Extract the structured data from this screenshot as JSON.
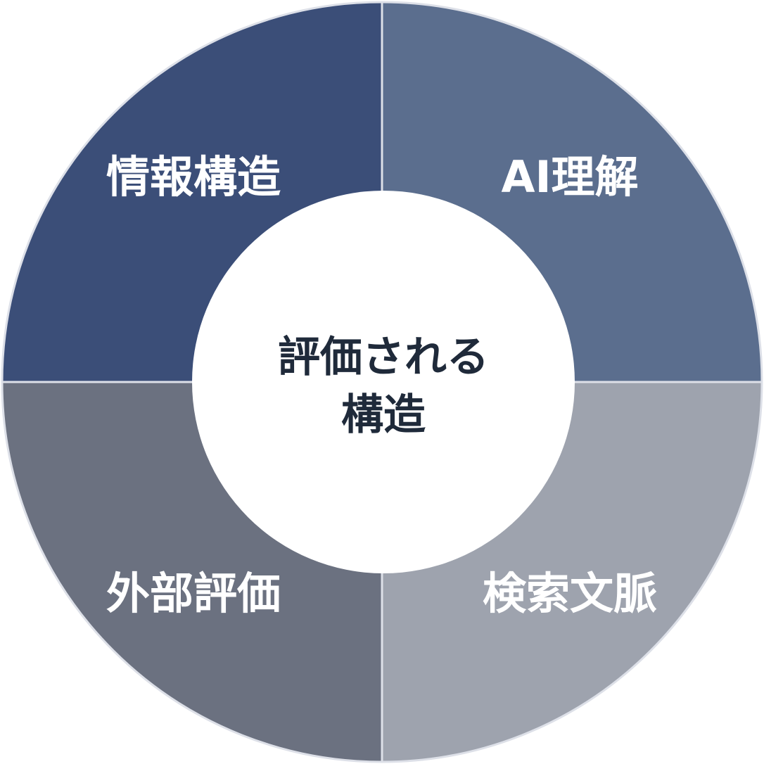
{
  "center": {
    "line1": "評価される",
    "line2": "構造"
  },
  "segments": [
    {
      "label": "情報構造",
      "color": "#3b4e78"
    },
    {
      "label": "AI理解",
      "color": "#5b6e8e"
    },
    {
      "label": "検索文脈",
      "color": "#9ea3ae"
    },
    {
      "label": "外部評価",
      "color": "#6b7180"
    }
  ],
  "divider_color": "#dde0e8"
}
